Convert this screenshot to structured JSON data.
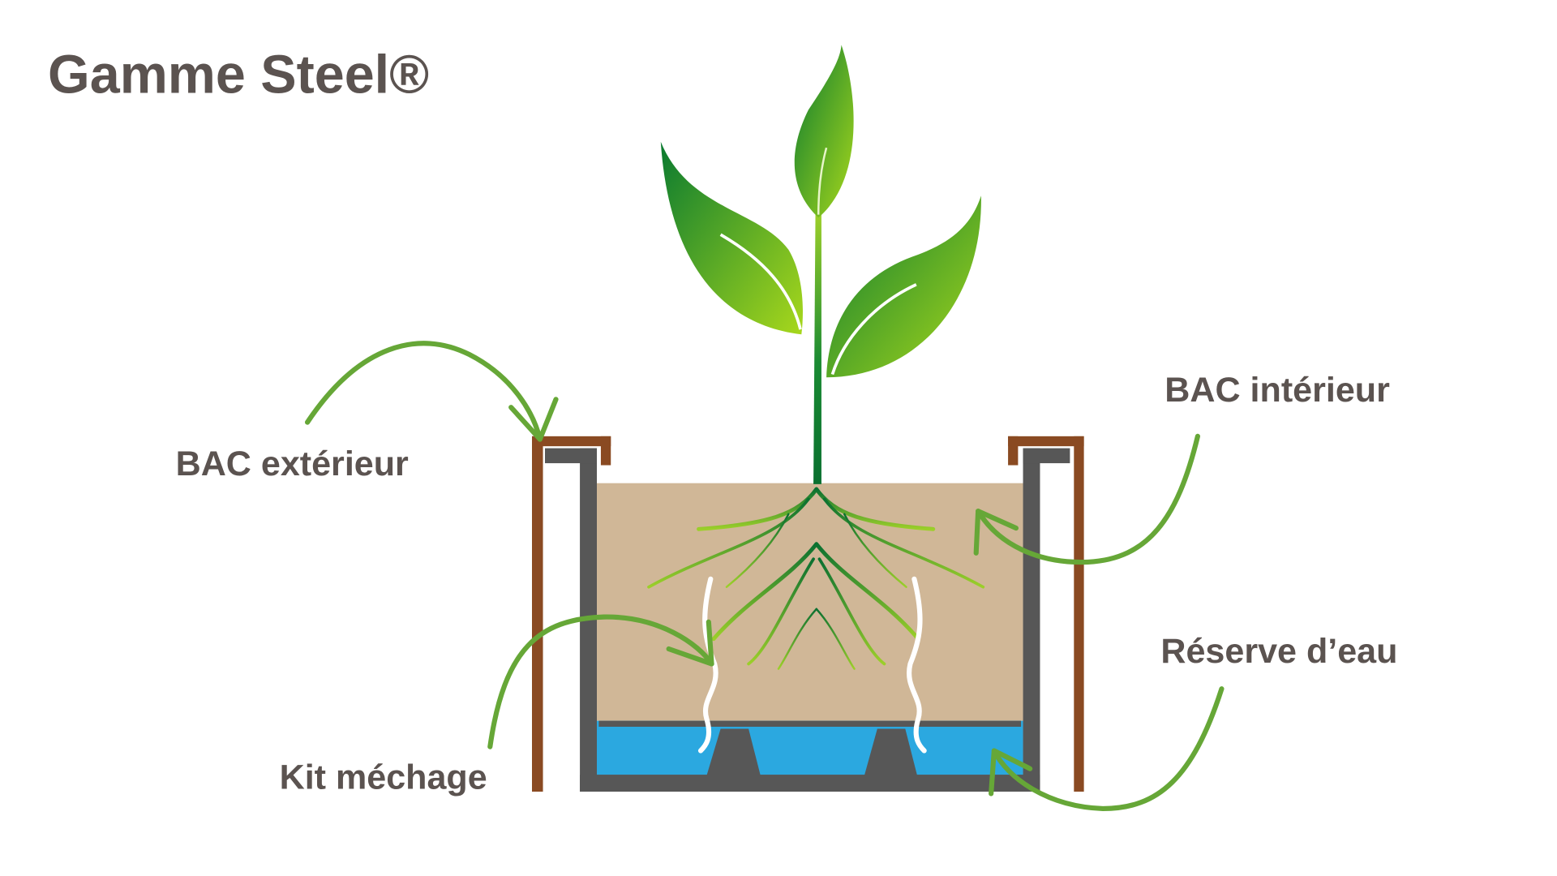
{
  "title": "Gamme Steel®",
  "labels": {
    "outer_tank": "BAC extérieur",
    "inner_tank": "BAC intérieur",
    "water_reserve": "Réserve d’eau",
    "wick_kit": "Kit méchage"
  },
  "colors": {
    "text": "#5b5350",
    "arrow": "#66a737",
    "outer_tank": "#8a4a22",
    "inner_tank": "#575757",
    "soil": "#d0b797",
    "water": "#2ba8e0"
  }
}
